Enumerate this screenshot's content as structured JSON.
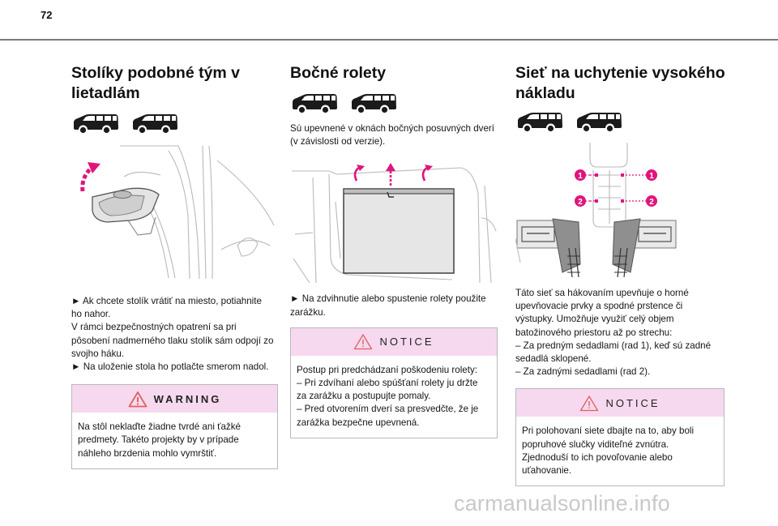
{
  "page": {
    "number": "72"
  },
  "col1": {
    "title_lines": [
      "Stolíky podobné tým v",
      "lietadlám"
    ],
    "vehicle_icons": [
      "van-icon",
      "van-icon"
    ],
    "body_lines": [
      "► Ak chcete stolík vrátiť na miesto, potiahnite",
      "ho nahor.",
      "V rámci bezpečnostných opatrení sa pri",
      "pôsobení nadmerného tlaku stolík sám odpojí zo",
      "svojho háku.",
      "► Na uloženie stola ho potlačte smerom nadol."
    ],
    "warning": {
      "title": "WARNING",
      "icon": "warning-triangle-icon",
      "lines": [
        "Na stôl neklaďte žiadne tvrdé ani ťažké",
        "predmety. Takéto projekty by v prípade",
        "náhleho brzdenia mohlo vymrštiť."
      ]
    }
  },
  "col2": {
    "title_lines": [
      "Bočné rolety"
    ],
    "vehicle_icons": [
      "van-icon",
      "van-icon"
    ],
    "intro_lines": [
      "Sú upevnené v oknách bočných posuvných dverí",
      "(v závislosti od verzie)."
    ],
    "body_lines": [
      "► Na zdvihnutie alebo spustenie rolety použite",
      "zarážku."
    ],
    "notice": {
      "title": "NOTICE",
      "icon": "notice-triangle-icon",
      "lines": [
        "Postup pri predchádzaní poškodeniu rolety:",
        "– Pri zdvíhaní alebo spúšťaní rolety ju držte",
        "za zarážku a postupujte pomaly.",
        "– Pred otvorením dverí sa presvedčte, že je",
        "zarážka bezpečne upevnená."
      ]
    }
  },
  "col3": {
    "title_lines": [
      "Sieť na uchytenie vysokého",
      "nákladu"
    ],
    "vehicle_icons": [
      "van-icon",
      "van-icon"
    ],
    "diagram_labels": [
      "1",
      "1",
      "2",
      "2"
    ],
    "body_lines": [
      "Táto sieť sa hákovaním upevňuje o horné",
      "upevňovacie prvky a spodné prstence či",
      "výstupky. Umožňuje využiť celý objem",
      "batožinového priestoru až po strechu:",
      "– Za predným sedadlami (rad 1), keď sú zadné",
      "sedadlá sklopené.",
      "– Za zadnými sedadlami (rad 2)."
    ],
    "notice": {
      "title": "NOTICE",
      "icon": "notice-triangle-icon",
      "lines": [
        "Pri polohovaní siete dbajte na to, aby boli",
        "popruhové slučky viditeľné zvnútra.",
        "Zjednoduší to ich povoľovanie alebo",
        "uťahovanie."
      ]
    }
  },
  "footer": {
    "watermark": "carmanualsonline.info"
  },
  "colors": {
    "accent": "#e0157c",
    "box_header": "#f6d9ef",
    "rule": "#7b7b7b",
    "warning_icon": "#e06060"
  }
}
